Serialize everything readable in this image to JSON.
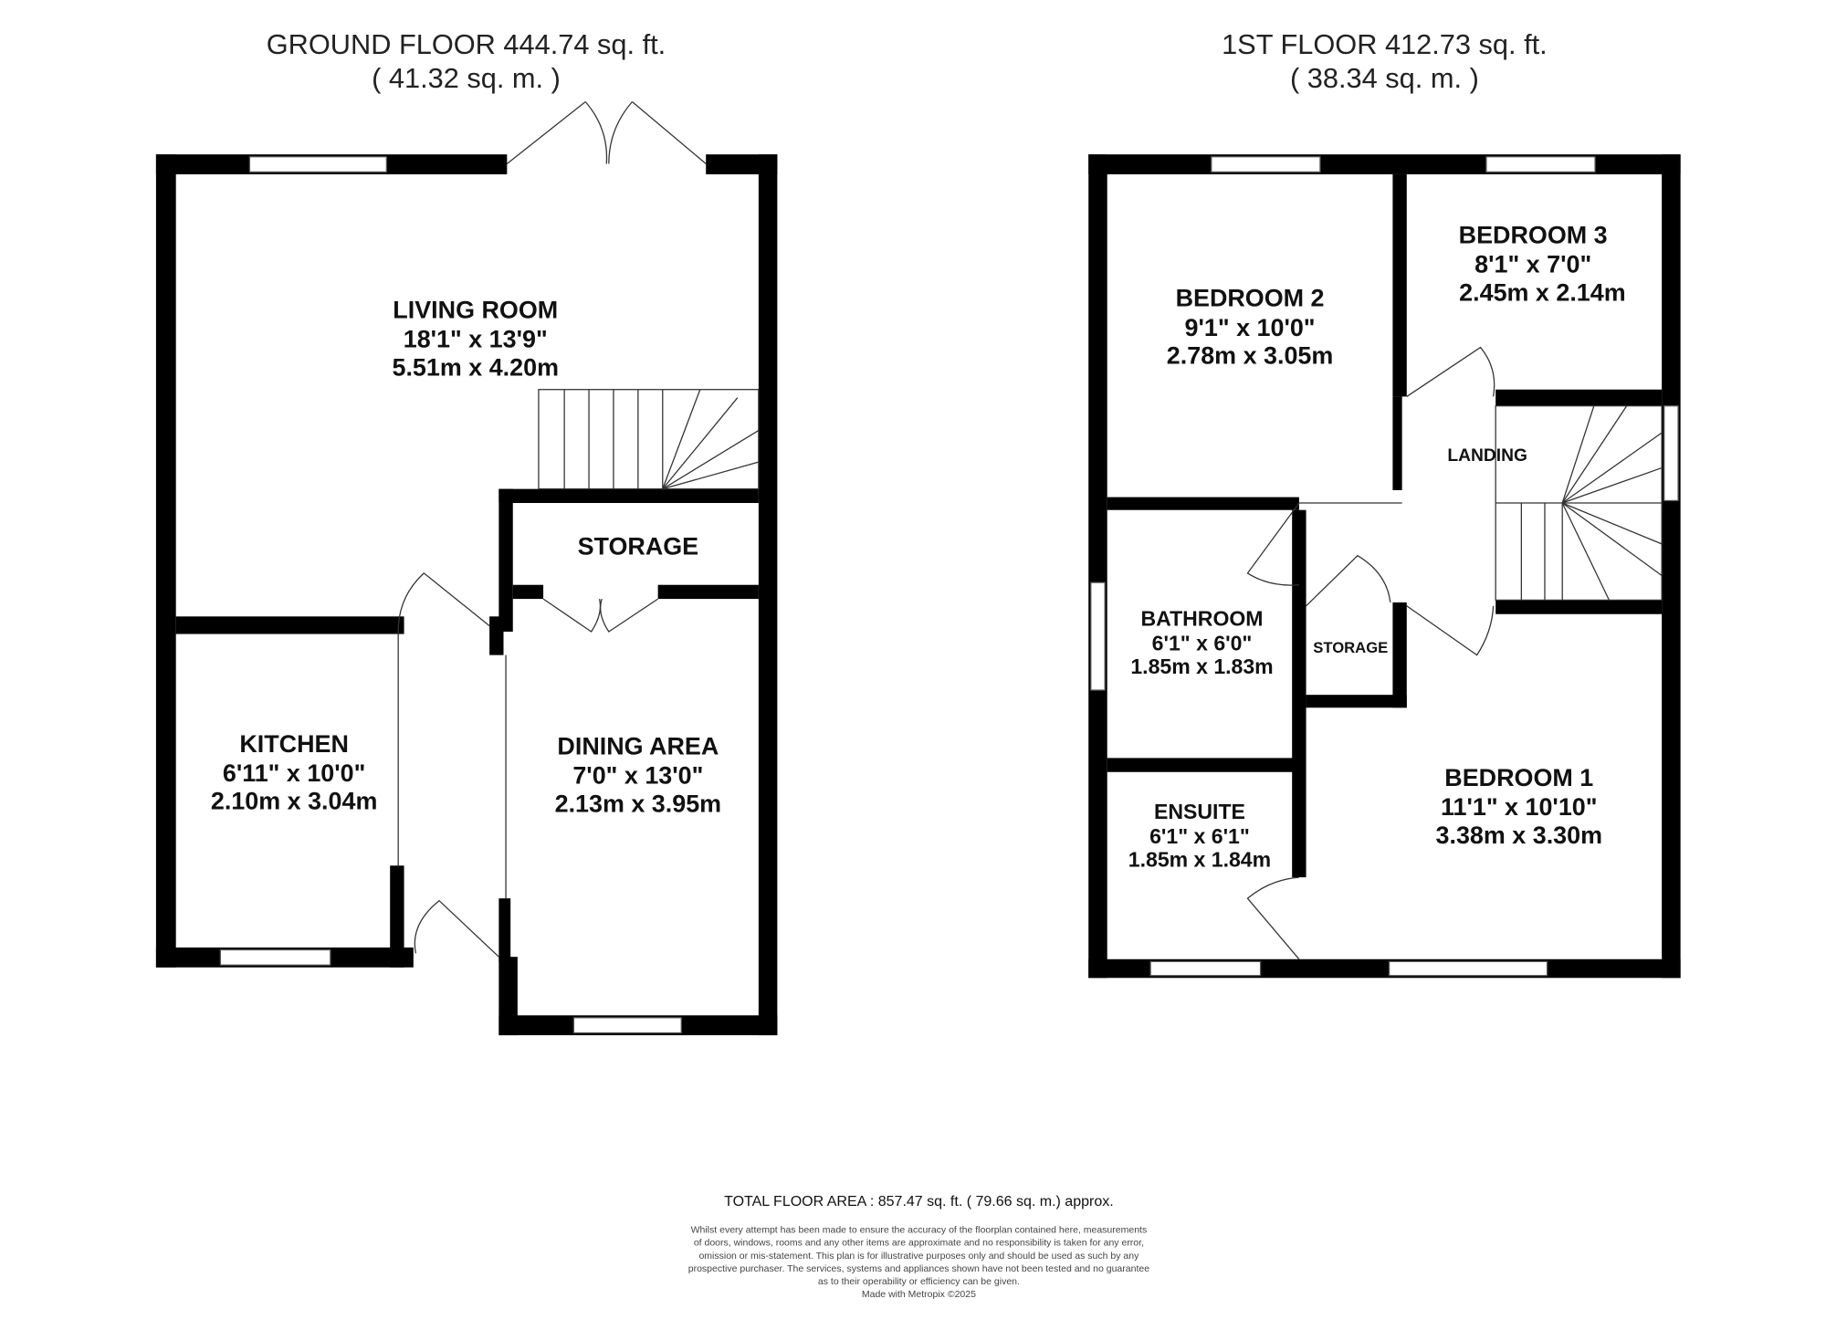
{
  "ground_floor": {
    "title": "GROUND FLOOR 444.74 sq. ft.",
    "subtitle": "( 41.32 sq. m. )",
    "rooms": [
      {
        "name": "LIVING ROOM",
        "imperial": "18'1\" x 13'9\"",
        "metric": "5.51m x 4.20m"
      },
      {
        "name": "STORAGE"
      },
      {
        "name": "KITCHEN",
        "imperial": "6'11\" x 10'0\"",
        "metric": "2.10m x 3.04m"
      },
      {
        "name": "DINING AREA",
        "imperial": "7'0\" x 13'0\"",
        "metric": "2.13m x 3.95m"
      }
    ]
  },
  "first_floor": {
    "title": "1ST FLOOR 412.73 sq. ft.",
    "subtitle": "( 38.34 sq. m. )",
    "rooms": [
      {
        "name": "BEDROOM 2",
        "imperial": "9'1\" x 10'0\"",
        "metric": "2.78m x 3.05m"
      },
      {
        "name": "BEDROOM 3",
        "imperial": "8'1\" x 7'0\"",
        "metric": "2.45m x 2.14m"
      },
      {
        "name": "LANDING"
      },
      {
        "name": "BATHROOM",
        "imperial": "6'1\" x 6'0\"",
        "metric": "1.85m x 1.83m"
      },
      {
        "name": "STORAGE"
      },
      {
        "name": "ENSUITE",
        "imperial": "6'1\" x 6'1\"",
        "metric": "1.85m x 1.84m"
      },
      {
        "name": "BEDROOM 1",
        "imperial": "11'1\" x 10'10\"",
        "metric": "3.38m x 3.30m"
      }
    ]
  },
  "footer": {
    "total": "TOTAL FLOOR AREA : 857.47 sq. ft. ( 79.66 sq. m.) approx.",
    "disclaimer": [
      "Whilst every attempt has been made to ensure the accuracy of the floorplan contained here, measurements",
      "of doors, windows, rooms and any other items are approximate and no responsibility is taken for any error,",
      "omission or mis-statement. This plan is for illustrative purposes only and should be used as such by any",
      "prospective purchaser. The services, systems and appliances shown have not been tested and no guarantee",
      "as to their operability or efficiency can be given."
    ],
    "credit": "Made with Metropix ©2025"
  }
}
